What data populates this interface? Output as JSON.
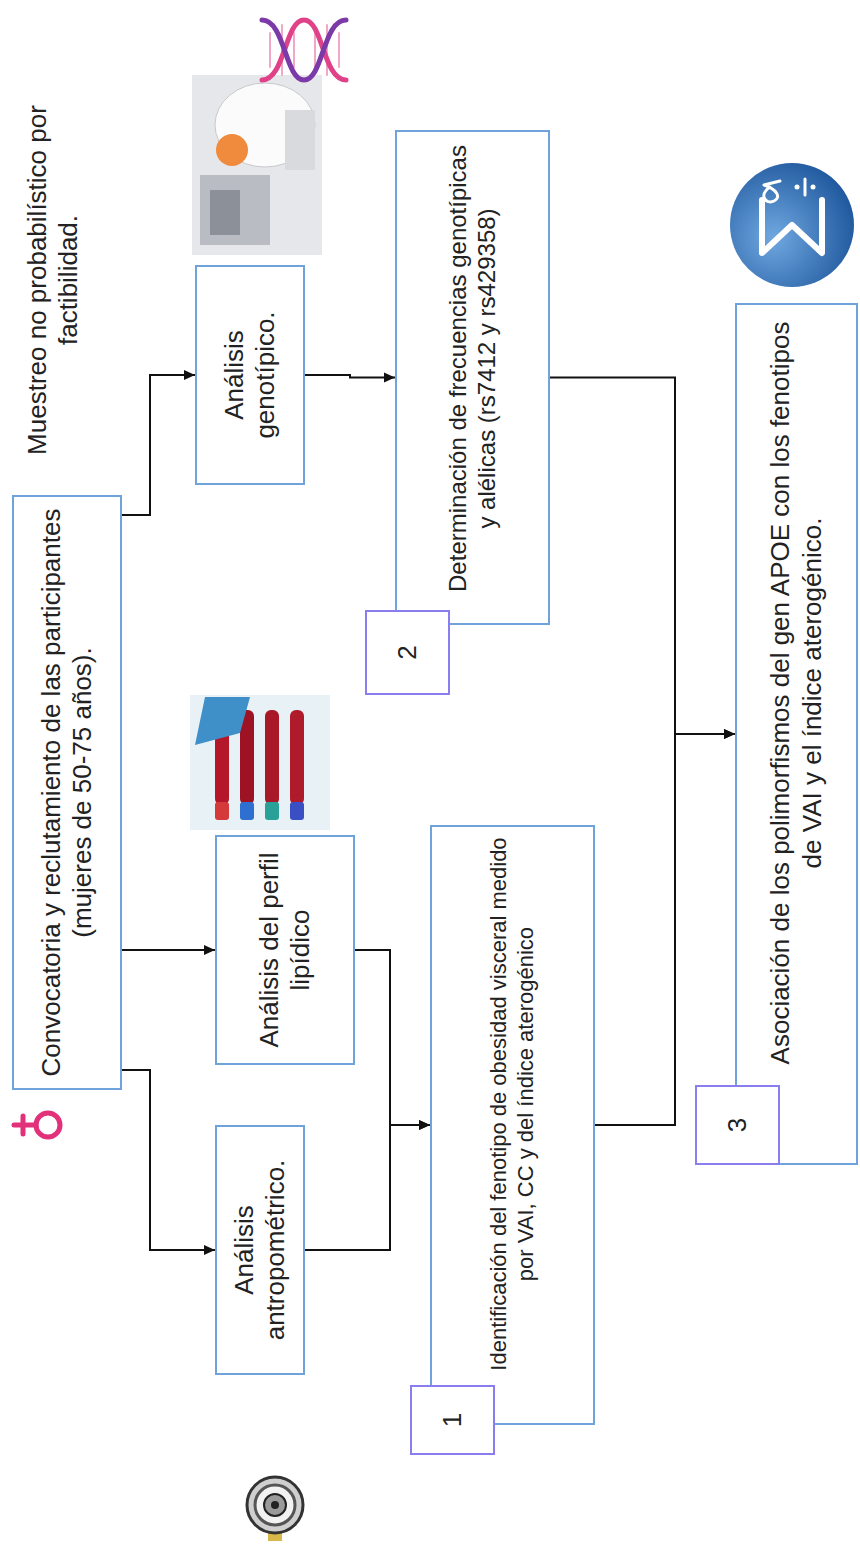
{
  "diagram": {
    "nodes": [
      {
        "text": [
          "Convocatoria y reclutamiento de las participantes (mujeres de 50-75 años)."
        ]
      },
      {
        "text": [
          "Análisis antropométrico."
        ]
      },
      {
        "text": [
          "Análisis del perfil lipídico"
        ]
      },
      {
        "text": [
          "Análisis genotípico."
        ]
      },
      {
        "text": [
          "1"
        ]
      },
      {
        "text": [
          "Identificación del fenotipo de obesidad visceral medido por VAI, CC y del índice aterogénico"
        ]
      },
      {
        "text": [
          "2"
        ]
      },
      {
        "text": [
          "Determinación de frecuencias genotípicas y alélicas (rs7412 y rs429358)"
        ]
      },
      {
        "text": [
          "3"
        ]
      },
      {
        "text": [
          "Asociación de los polimorfismos del gen APOE con los fenotipos de VAI y el índice aterogénico."
        ]
      }
    ],
    "edges": [
      {
        "from": 0,
        "to": 1,
        "arrow": "to"
      },
      {
        "from": 0,
        "to": 2,
        "arrow": "to"
      },
      {
        "from": 0,
        "to": 3,
        "arrow": "to"
      },
      {
        "from": 1,
        "to": 5,
        "arrow": "to"
      },
      {
        "from": 2,
        "to": 5,
        "arrow": "to"
      },
      {
        "from": 3,
        "to": 7,
        "arrow": "to"
      },
      {
        "from": 5,
        "to": 9,
        "arrow": "to"
      },
      {
        "from": 7,
        "to": 9,
        "arrow": "to"
      }
    ],
    "labels": [
      "Muestreo no probabilístico por factibilidad."
    ]
  }
}
